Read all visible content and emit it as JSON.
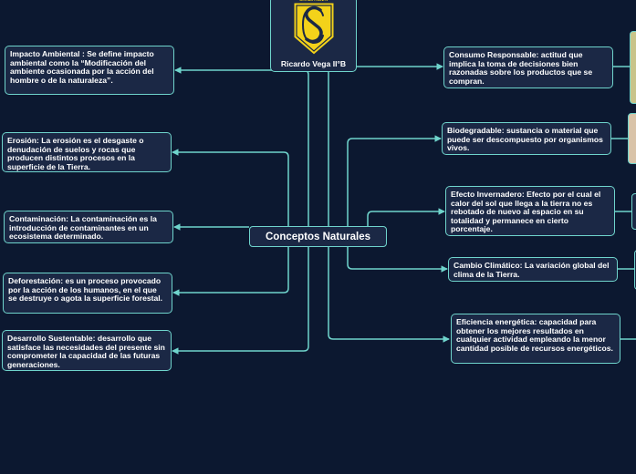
{
  "central": "Conceptos Naturales",
  "author": "Ricardo Vega II°B",
  "logo_text": "CHAMPAGNAT",
  "left_nodes": [
    "Impacto Ambiental : Se define impacto ambiental como la “Modificación del ambiente ocasionada por la acción del hombre o de la naturaleza”.",
    "Erosión: La erosión es el desgaste o denudación de suelos y rocas que producen distintos procesos en la superficie de la Tierra.",
    "Contaminación: La contaminación es la introducción de contaminantes en un ecosistema determinado.",
    "Deforestación:  es un proceso provocado por la acción de los humanos, en el que se destruye o agota la superficie forestal.",
    "Desarrollo Sustentable: desarrollo que satisface las necesidades del presente sin comprometer la capacidad de las futuras generaciones."
  ],
  "right_nodes": [
    "Consumo Responsable: actitud que implica la toma de decisiones bien razonadas sobre los productos que se compran.",
    "Biodegradable: sustancia o material que puede ser descompuesto por organismos vivos.",
    "Efecto Invernadero:  Efecto por el cual el calor del sol que llega a la tierra no es rebotado de nuevo al espacio en su totalidad y permanece en cierto porcentaje.",
    "Cambio Climático:  La variación global del clima de la Tierra.",
    "Eficiencia energética: capacidad para obtener los mejores resultados en cualquier actividad empleando la menor cantidad posible de recursos energéticos."
  ],
  "colors": {
    "background": "#0c1830",
    "node_fill": "#1b2845",
    "line": "#6fd4cc",
    "logo_yellow": "#f3d21a"
  }
}
